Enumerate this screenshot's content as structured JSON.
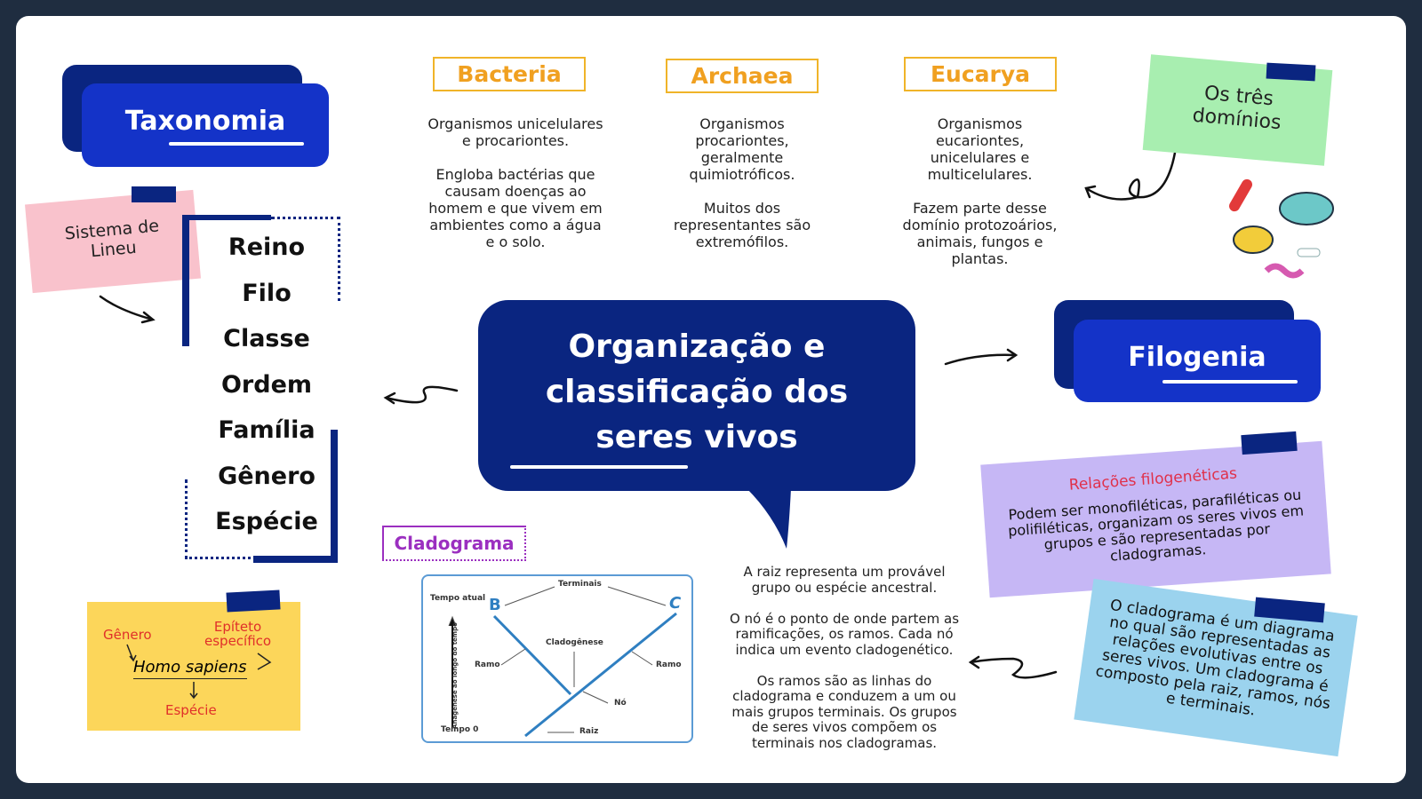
{
  "taxonomia": {
    "title": "Taxonomia",
    "sistema": "Sistema de Lineu",
    "ranks": [
      "Reino",
      "Filo",
      "Classe",
      "Ordem",
      "Família",
      "Gênero",
      "Espécie"
    ]
  },
  "dominios": [
    {
      "name": "Bacteria",
      "text": "Organismos unicelulares\ne procariontes.\n\nEngloba bactérias que\ncausam doenças ao\nhomem e que vivem em\nambientes como a água\ne o solo."
    },
    {
      "name": "Archaea",
      "text": "Organismos\nprocariontes,\ngeralmente\nquimiotróficos.\n\nMuitos dos\nrepresentantes são\nextremófilos."
    },
    {
      "name": "Eucarya",
      "text": "Organismos\neucariontes,\nunicelulares e\nmulticelulares.\n\nFazem parte desse\ndomínio protozoários,\nanimais, fungos e\nplantas."
    }
  ],
  "tres_dominios": "Os três domínios",
  "central": {
    "line1": "Organização e",
    "line2": "classificação dos",
    "line3": "seres vivos"
  },
  "filogenia": {
    "title": "Filogenia"
  },
  "relacoes": {
    "title": "Relações filogenéticas",
    "text": "Podem ser monofiléticas, parafiléticas ou polifiléticas, organizam os seres vivos em grupos e são representadas por cladogramas."
  },
  "cladograma_note": "O cladograma é um diagrama no qual são representadas as relações evolutivas entre os seres vivos. Um cladograma é composto pela raiz, ramos, nós e terminais.",
  "cladograma": {
    "title": "Cladograma",
    "tempo_atual": "Tempo atual",
    "tempo_0": "Tempo 0",
    "eixo": "Anagênese ao longo do tempo",
    "B": "B",
    "C": "C",
    "terminais": "Terminais",
    "cladogenese": "Cladogênese",
    "ramo": "Ramo",
    "no": "Nó",
    "raiz": "Raiz"
  },
  "explicacao": "A raiz representa um provável\ngrupo ou espécie ancestral.\n\nO nó é o ponto de onde partem as\nramificações, os ramos. Cada nó\nindica um evento cladogenético.\n\nOs ramos são as linhas do\ncladograma e conduzem a um ou\nmais grupos terminais. Os grupos\nde seres vivos compõem os\nterminais nos cladogramas.",
  "exemplo": {
    "genero": "Gênero",
    "epiteto": "Epíteto\nespecífico",
    "nome": "Homo sapiens",
    "especie": "Espécie"
  }
}
